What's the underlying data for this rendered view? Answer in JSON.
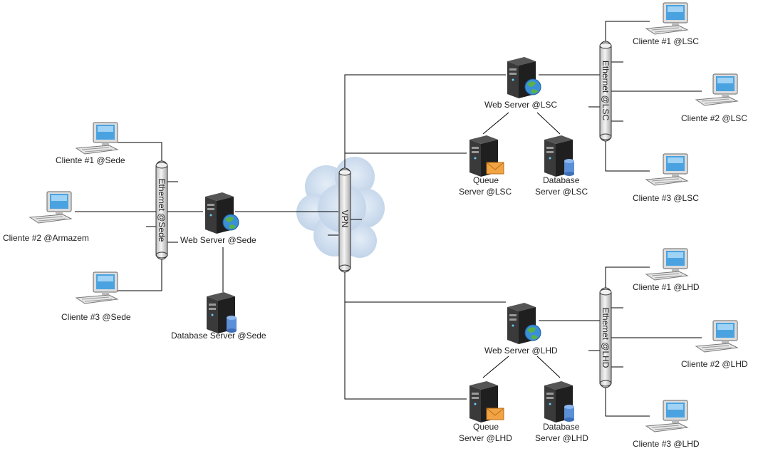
{
  "labels": {
    "sede_client1": "Cliente #1 @Sede",
    "sede_client2": "Cliente #2 @Armazem",
    "sede_client3": "Cliente #3 @Sede",
    "sede_web": "Web Server @Sede",
    "sede_db": "Database Server @Sede",
    "sede_ethernet": "Ethernet @Sede",
    "vpn": "VPN",
    "lsc_web": "Web Server @LSC",
    "lsc_queue_l1": "Queue",
    "lsc_queue_l2": "Server @LSC",
    "lsc_db_l1": "Database",
    "lsc_db_l2": "Server @LSC",
    "lsc_ethernet": "Ethernet @LSC",
    "lsc_client1": "Cliente #1 @LSC",
    "lsc_client2": "Cliente #2 @LSC",
    "lsc_client3": "Cliente #3 @LSC",
    "lhd_web": "Web Server @LHD",
    "lhd_queue_l1": "Queue",
    "lhd_queue_l2": "Server @LHD",
    "lhd_db_l1": "Database",
    "lhd_db_l2": "Server @LHD",
    "lhd_ethernet": "Ethernet @LHD",
    "lhd_client1": "Cliente #1 @LHD",
    "lhd_client2": "Cliente #2 @LHD",
    "lhd_client3": "Cliente #3 @LHD"
  },
  "colors": {
    "line": "#000000",
    "cloud": "#c9d9ec",
    "bus_fill": "#e8e8e8",
    "server_body": "#2a2a2a",
    "monitor_screen": "#4aa3e0",
    "envelope": "#f2a444",
    "db_can": "#5b8fd8",
    "globe": "#3b8fd6"
  }
}
